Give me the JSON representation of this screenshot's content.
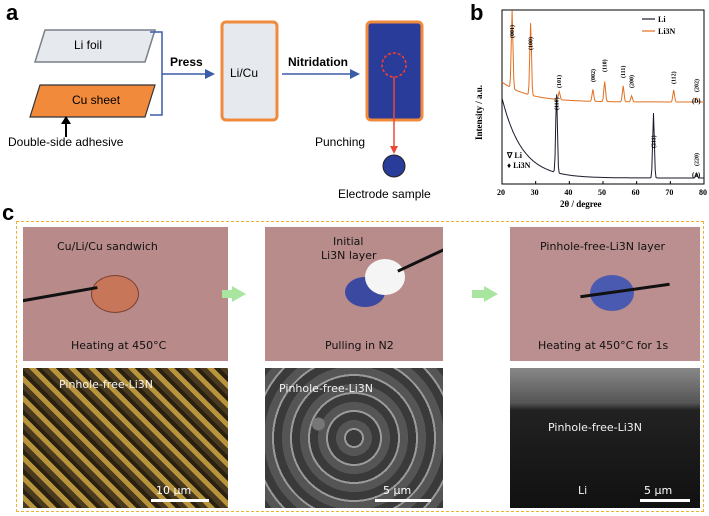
{
  "panel_a": {
    "letter": "a",
    "li_foil": "Li foil",
    "cu_sheet": "Cu sheet",
    "adhesive": "Double-side adhesive",
    "press": "Press",
    "li_cu": "Li/Cu",
    "nitridation": "Nitridation",
    "punching": "Punching",
    "electrode": "Electrode sample"
  },
  "panel_b": {
    "letter": "b",
    "legend": [
      "Li",
      "Li3N"
    ],
    "ylabel": "Intensity / a.u.",
    "xlabel": "2θ / degree",
    "curve_a_label": "(a)",
    "curve_b_label": "(b)",
    "marker_legend_li": "∇ Li",
    "marker_legend_li3n": "♦ Li3N",
    "colors": {
      "li": "#1a1a2e",
      "li3n": "#e07020"
    }
  },
  "chart_data": {
    "type": "line",
    "xlabel": "2θ / degree",
    "ylabel": "Intensity / a.u.",
    "xlim": [
      20,
      80
    ],
    "xticks": [
      20,
      30,
      40,
      50,
      60,
      70,
      80
    ],
    "series": [
      {
        "name": "Li",
        "peaks": [
          {
            "x": 36.2,
            "label": "(110)"
          },
          {
            "x": 65.0,
            "label": "(211)"
          },
          {
            "x": 77.8,
            "label": "(220)"
          }
        ]
      },
      {
        "name": "Li3N",
        "peaks": [
          {
            "x": 23.0,
            "label": "(001)"
          },
          {
            "x": 28.5,
            "label": "(100)"
          },
          {
            "x": 37.0,
            "label": "(101)"
          },
          {
            "x": 47.0,
            "label": "(002)"
          },
          {
            "x": 50.5,
            "label": "(110)"
          },
          {
            "x": 56.0,
            "label": "(111)"
          },
          {
            "x": 58.5,
            "label": "(200)"
          },
          {
            "x": 71.0,
            "label": "(112)"
          },
          {
            "x": 77.8,
            "label": "(202)"
          }
        ]
      }
    ]
  },
  "panel_c": {
    "letter": "c",
    "top": [
      {
        "caption1": "Cu/Li/Cu sandwich",
        "caption2": "Heating at 450°C"
      },
      {
        "caption1": "Initial",
        "caption1b": "Li3N layer",
        "caption2": "Pulling in N2"
      },
      {
        "caption1": "Pinhole-free-Li3N layer",
        "caption2": "Heating at 450°C  for 1s"
      }
    ],
    "bottom": [
      {
        "caption": "Pinhole-free-Li3N",
        "scale": "10 μm"
      },
      {
        "caption": "Pinhole-free-Li3N",
        "scale": "5 μm"
      },
      {
        "caption": "Pinhole-free-Li3N",
        "sub": "Li",
        "scale": "5 μm"
      }
    ]
  }
}
